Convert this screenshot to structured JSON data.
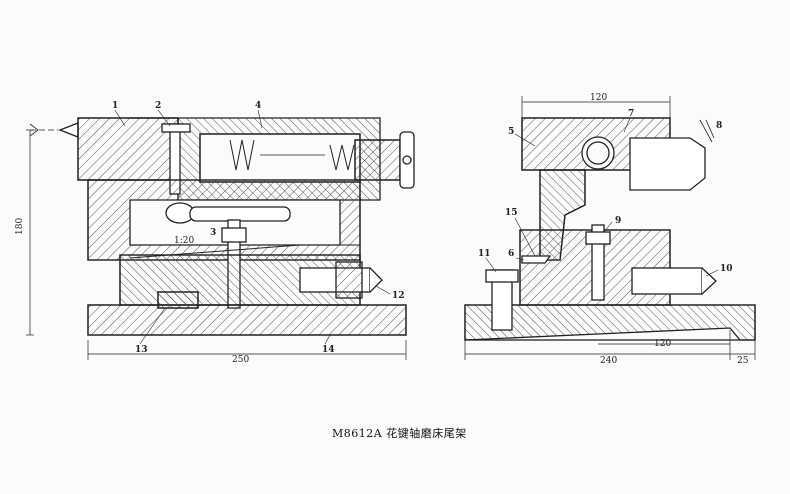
{
  "caption": "M8612A 花键轴磨床尾架",
  "front_view": {
    "labels": [
      "1",
      "2",
      "4",
      "3",
      "1:20",
      "12",
      "13",
      "14"
    ],
    "dims": {
      "height": "180",
      "length": "250"
    }
  },
  "side_view": {
    "labels": [
      "5",
      "7",
      "8",
      "15",
      "9",
      "11",
      "6",
      "10"
    ],
    "dims": {
      "width": "120",
      "bottom_120": "120",
      "total": "240",
      "edge": "25"
    }
  }
}
